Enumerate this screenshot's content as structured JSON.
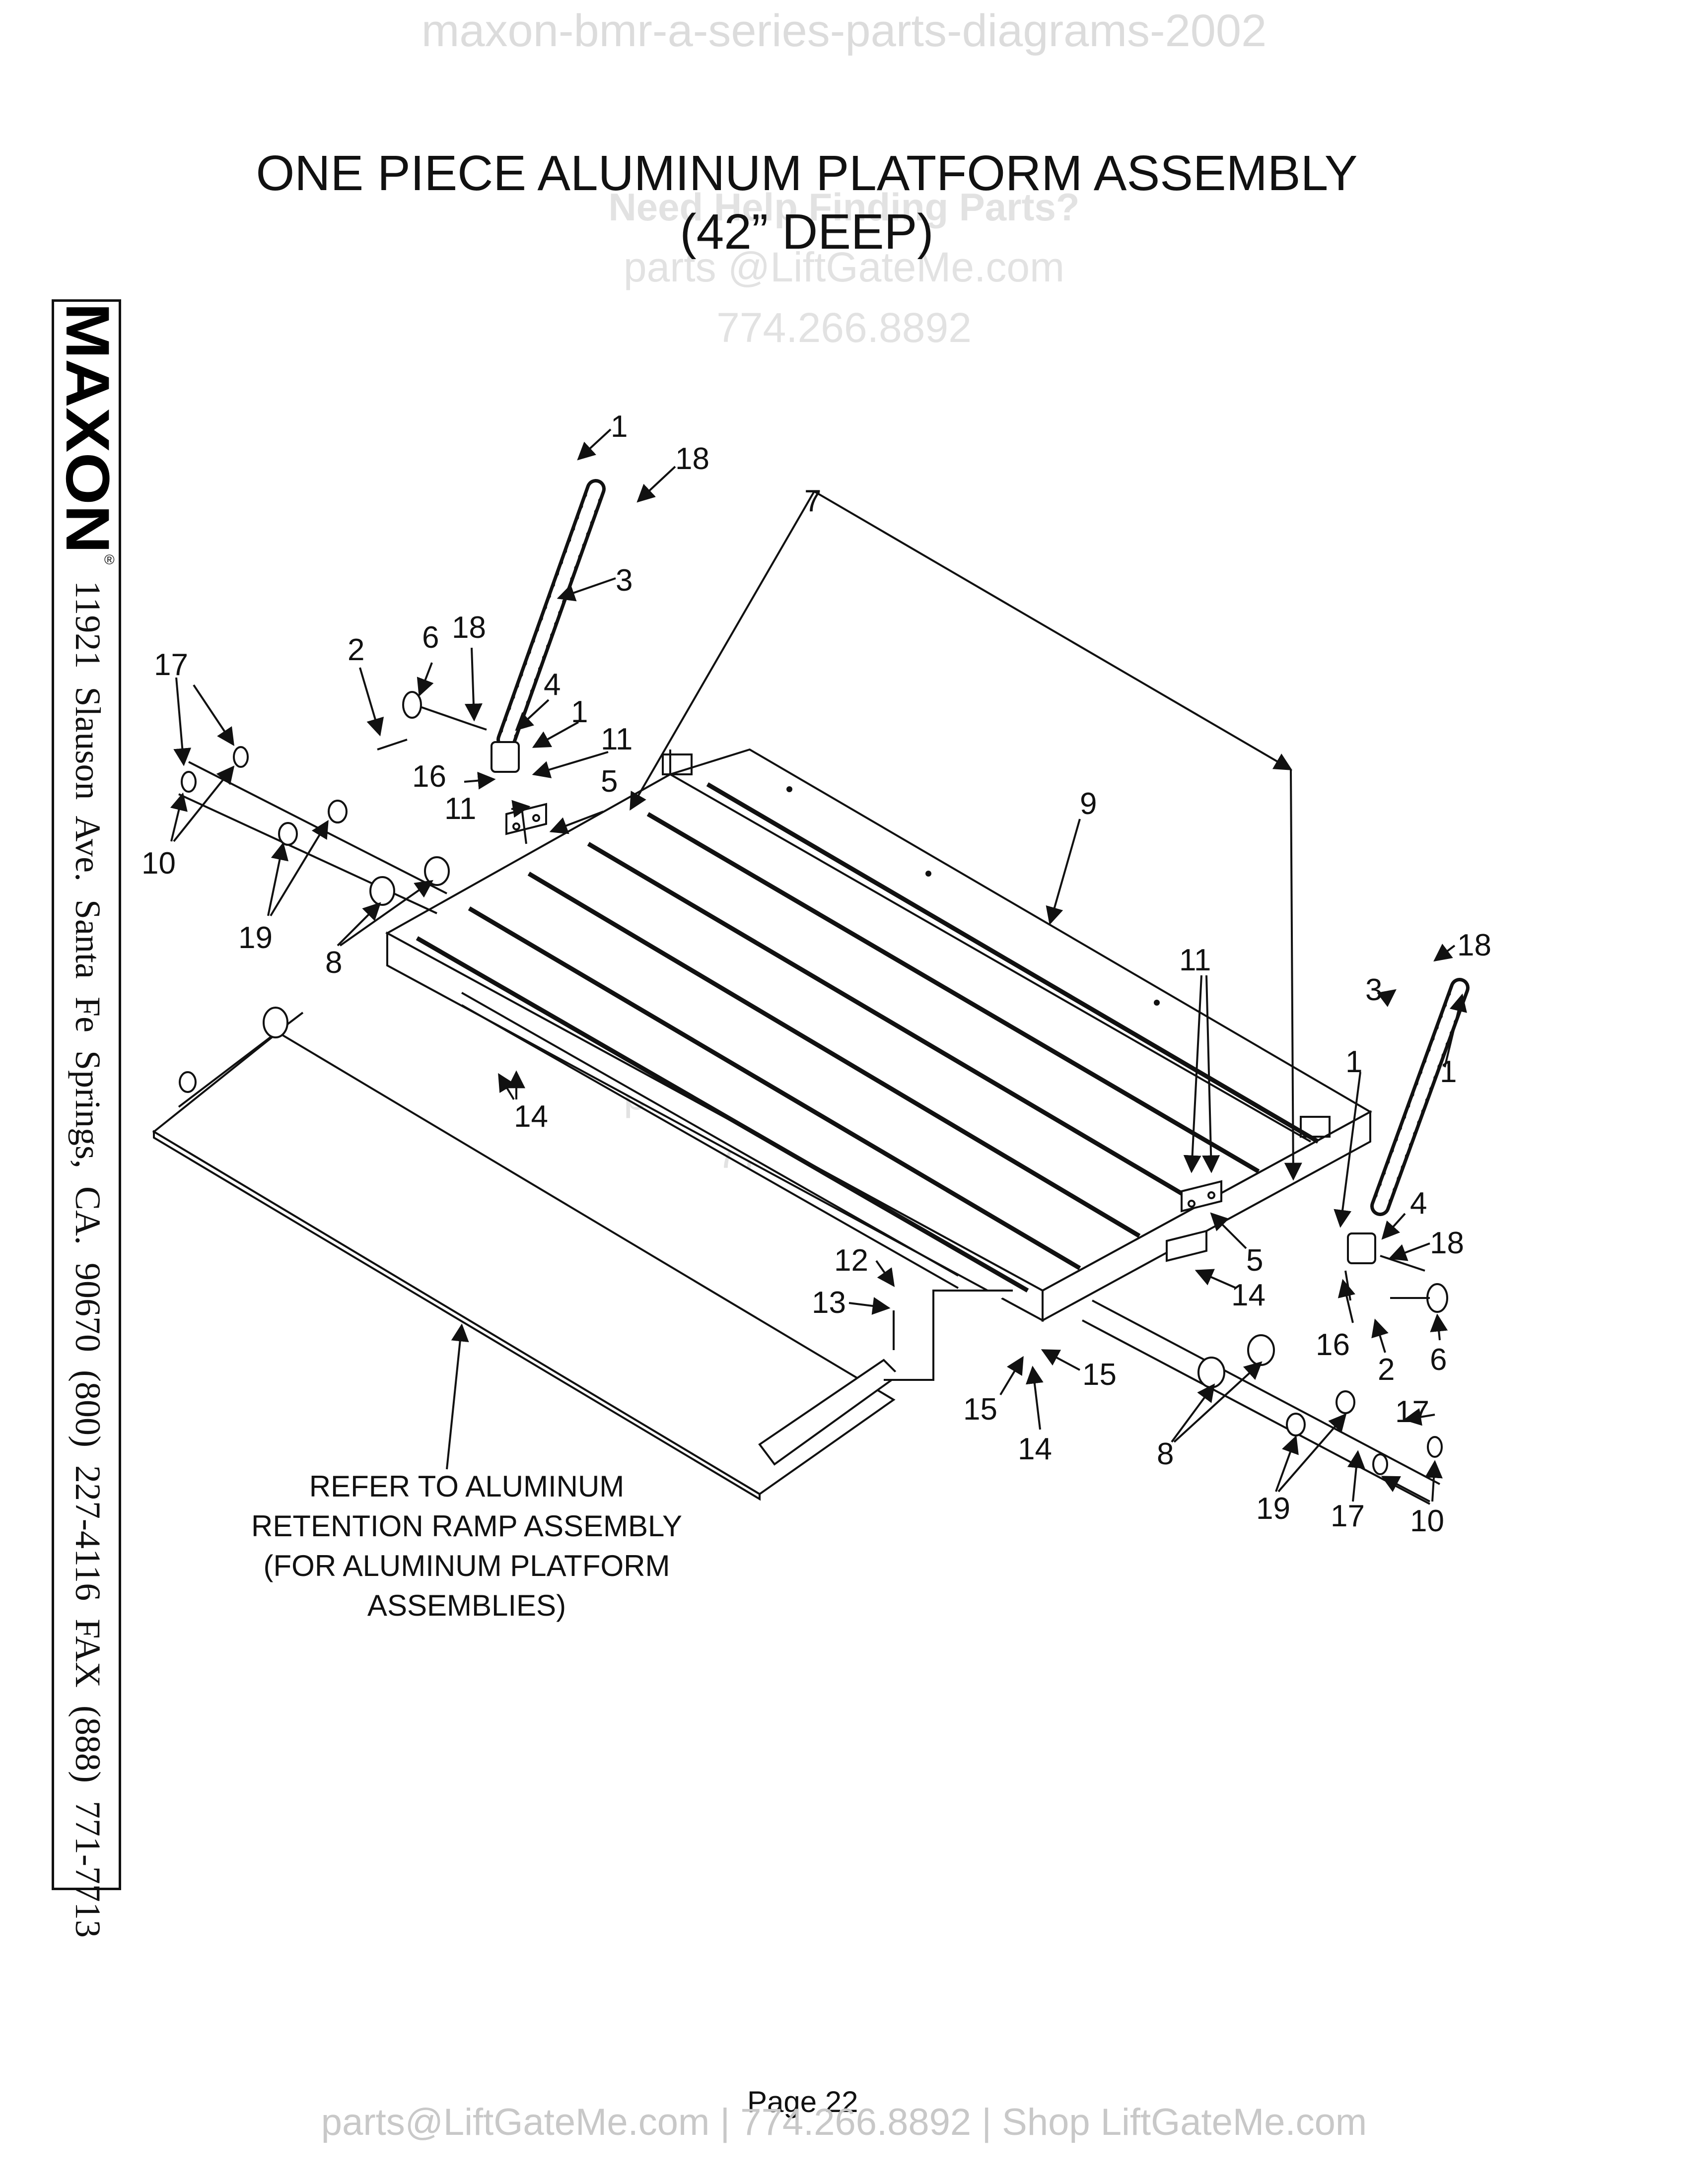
{
  "header": {
    "watermark": "maxon-bmr-a-series-parts-diagrams-2002",
    "title_line1": "ONE PIECE ALUMINUM PLATFORM ASSEMBLY",
    "title_line2": "(42”  DEEP)"
  },
  "watermark_block": {
    "line1": "Need Help Finding Parts?",
    "line2": "parts @LiftGateMe.com",
    "line3": "774.266.8892"
  },
  "sidebar": {
    "logo_text": "MAXON",
    "registered_mark": "®",
    "address": "11921 Slauson Ave.  Santa Fe Springs, CA.  90670  (800) 227-4116  FAX (888) 771-7713"
  },
  "callouts": {
    "c1a": "1",
    "c18a": "18",
    "c3a": "3",
    "c7": "7",
    "c2a": "2",
    "c6a": "6",
    "c18b": "18",
    "c4a": "4",
    "c1b": "1",
    "c17a": "17",
    "c11a": "11",
    "c16a": "16",
    "c11b": "11",
    "c5a": "5",
    "c10a": "10",
    "c19a": "19",
    "c8a": "8",
    "c9": "9",
    "c14a": "14",
    "c11c": "11",
    "c18c": "18",
    "c3b": "3",
    "c1c": "1",
    "c1d": "1",
    "c4b": "4",
    "c18d": "18",
    "c5b": "5",
    "c14b": "14",
    "c12": "12",
    "c13": "13",
    "c16b": "16",
    "c2b": "2",
    "c6b": "6",
    "c15a": "15",
    "c15b": "15",
    "c14c": "14",
    "c17b": "17",
    "c8b": "8",
    "c19b": "19",
    "c17c": "17",
    "c10b": "10"
  },
  "note": {
    "line1": "REFER TO ALUMINUM",
    "line2": "RETENTION RAMP ASSEMBLY",
    "line3": "(FOR ALUMINUM PLATFORM",
    "line4": "ASSEMBLIES)"
  },
  "page_label": "Page  22",
  "footer": "parts@LiftGateMe.com | 774.266.8892 | Shop LiftGateMe.com"
}
